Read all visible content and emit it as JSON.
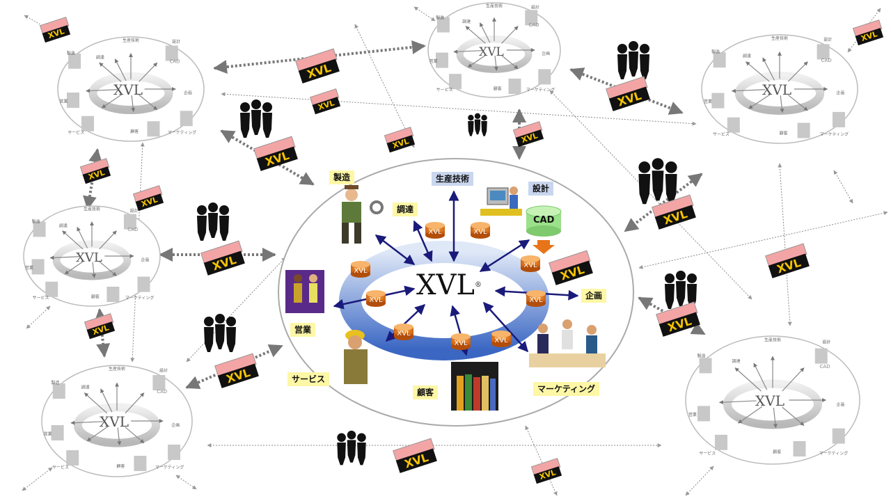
{
  "center": {
    "logo": "XVL",
    "logo_mark": "®",
    "cad_label": "CAD",
    "disc_label": "XVL",
    "roles": {
      "manufacturing": "製造",
      "production_engineering": "生産技術",
      "design": "設計",
      "procurement": "調達",
      "planning": "企画",
      "sales": "営業",
      "service": "サービス",
      "customer": "顧客",
      "marketing": "マーケティング"
    }
  },
  "badge_text": "XVL",
  "colors": {
    "arrow": "#1a1a7a",
    "ring": "#3d6fc9",
    "role_yellow": "#fdf7a6",
    "role_blue": "#c9d6ee",
    "badge_pink": "#f3a5a5",
    "badge_text": "#f5c400",
    "cad_green": "#9be08a",
    "disc_orange": "#e8741a"
  }
}
